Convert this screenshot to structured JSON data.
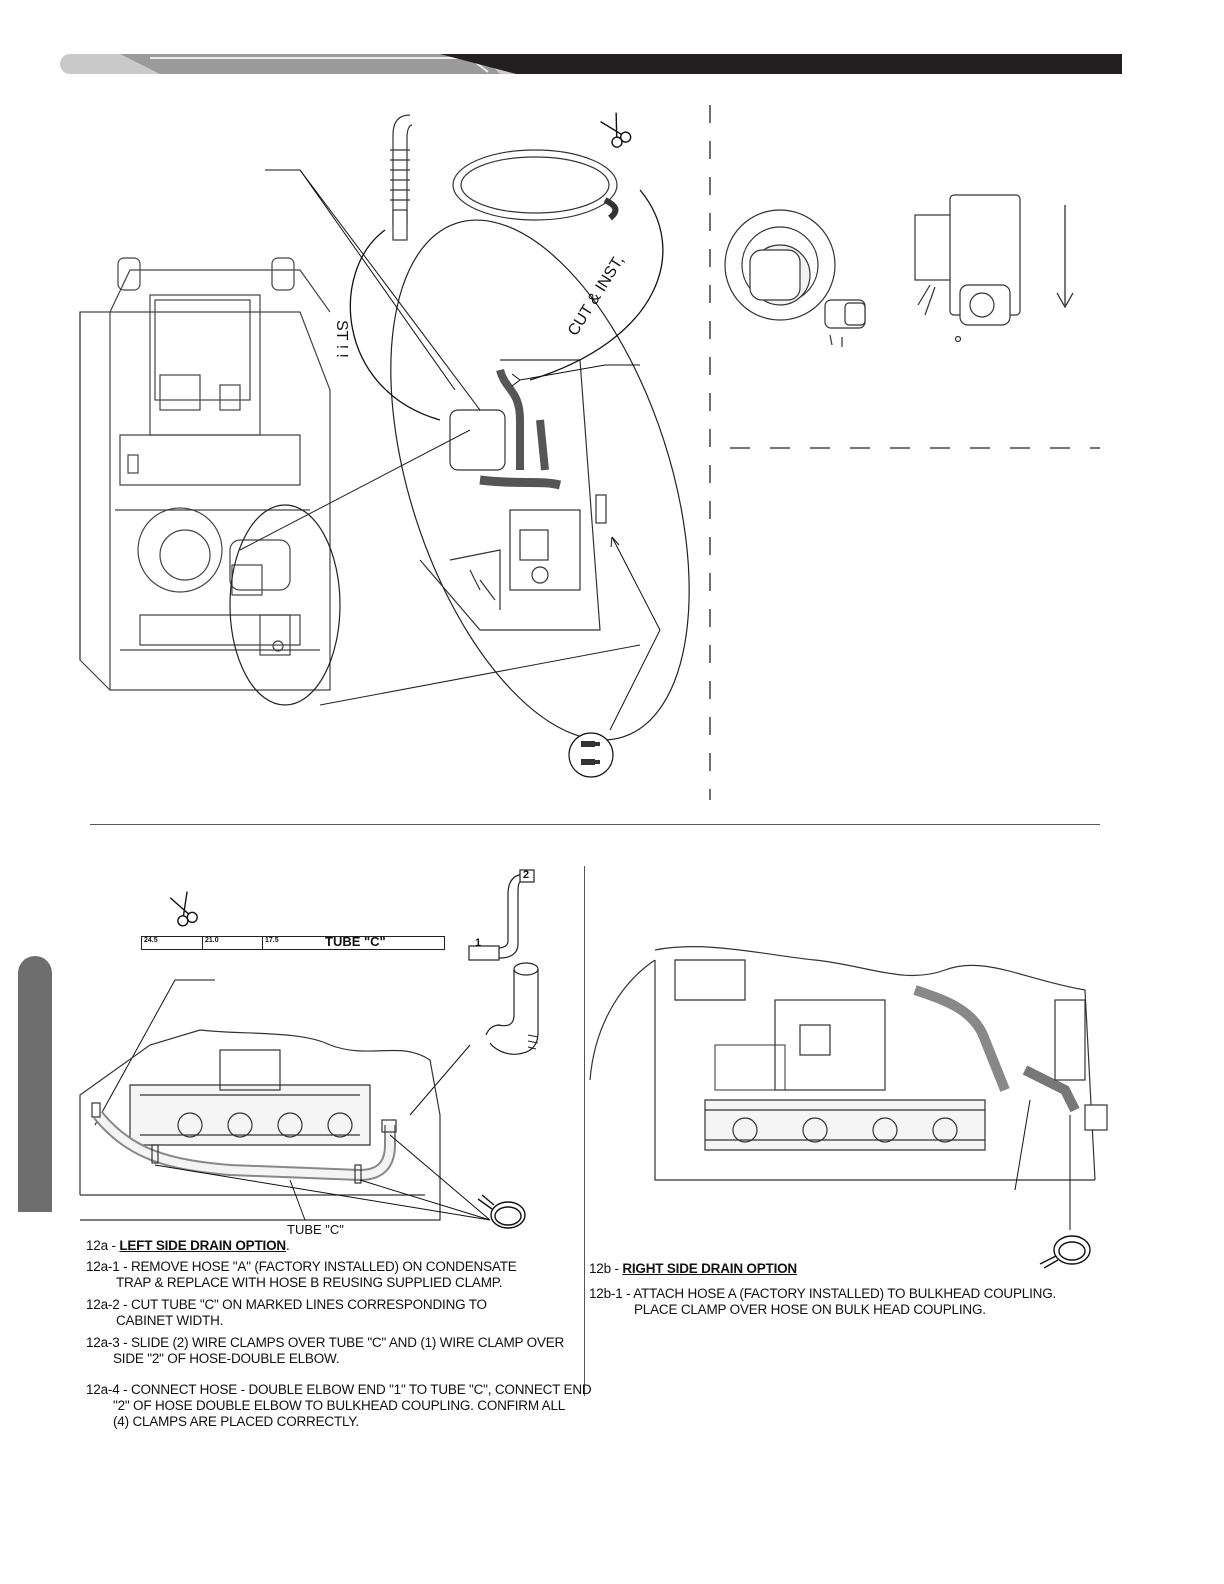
{
  "header": {
    "dark_color": "#231f20",
    "light_color": "#c8c8c8"
  },
  "top_left_diagram": {
    "arc_text_left": "ST ! !",
    "arc_text_right": "CUT & INST,"
  },
  "tube_c": {
    "markings": [
      "24.5",
      "21.0",
      "17.5"
    ],
    "label": "TUBE \"C\""
  },
  "hose_double_elbow": {
    "end1": "1",
    "end2": "2"
  },
  "tube_c_callout": "TUBE \"C\"",
  "left_option": {
    "heading_prefix": "12a - ",
    "heading": "LEFT SIDE DRAIN OPTION",
    "heading_suffix": ".",
    "steps": [
      {
        "num": "12a-1 - ",
        "line1": "REMOVE HOSE \"A\" (FACTORY INSTALLED) ON CONDENSATE",
        "line2": "TRAP & REPLACE WITH HOSE B REUSING SUPPLIED CLAMP."
      },
      {
        "num": "12a-2 - ",
        "line1": "CUT TUBE \"C\" ON MARKED LINES CORRESPONDING TO",
        "line2": "CABINET WIDTH."
      },
      {
        "num": "12a-3 - ",
        "line1": "SLIDE (2) WIRE CLAMPS OVER TUBE \"C\" AND (1) WIRE CLAMP OVER",
        "line2": "SIDE \"2\" OF HOSE-DOUBLE ELBOW."
      },
      {
        "num": "12a-4 - ",
        "line1": "CONNECT HOSE - DOUBLE ELBOW END \"1\" TO TUBE \"C\", CONNECT END",
        "line2": "\"2\" OF HOSE DOUBLE ELBOW TO BULKHEAD COUPLING.  CONFIRM ALL",
        "line3": "(4) CLAMPS ARE PLACED CORRECTLY."
      }
    ]
  },
  "right_option": {
    "heading_prefix": "12b - ",
    "heading": "RIGHT SIDE DRAIN OPTION",
    "steps": [
      {
        "num": "12b-1 - ",
        "line1": "ATTACH HOSE A (FACTORY INSTALLED) TO BULKHEAD COUPLING.",
        "line2": "PLACE CLAMP OVER HOSE ON BULK HEAD COUPLING."
      }
    ]
  }
}
